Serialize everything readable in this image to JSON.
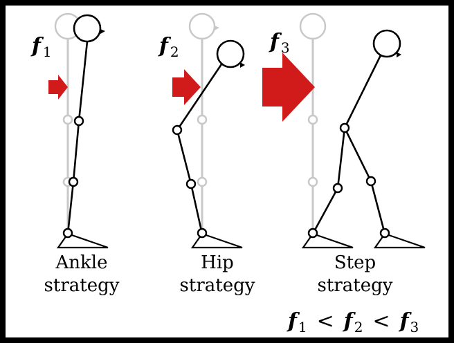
{
  "panels": [
    {
      "force_symbol": "f",
      "force_subscript": "1",
      "caption_line1": "Ankle",
      "caption_line2": "strategy"
    },
    {
      "force_symbol": "f",
      "force_subscript": "2",
      "caption_line1": "Hip",
      "caption_line2": "strategy"
    },
    {
      "force_symbol": "f",
      "force_subscript": "3",
      "caption_line1": "Step",
      "caption_line2": "strategy"
    }
  ],
  "relation": {
    "symbol": "f",
    "sub1": "1",
    "sub2": "2",
    "sub3": "3",
    "operator": "<"
  },
  "colors": {
    "force_arrow": "#d11a1a",
    "ghost_pose": "#c8c8c8",
    "figure": "#000000",
    "background": "#ffffff",
    "border": "#000000"
  },
  "icons": [
    "push-force-arrow",
    "stick-figure",
    "ghost-upright-pose",
    "joint-circle",
    "foot-triangle"
  ]
}
